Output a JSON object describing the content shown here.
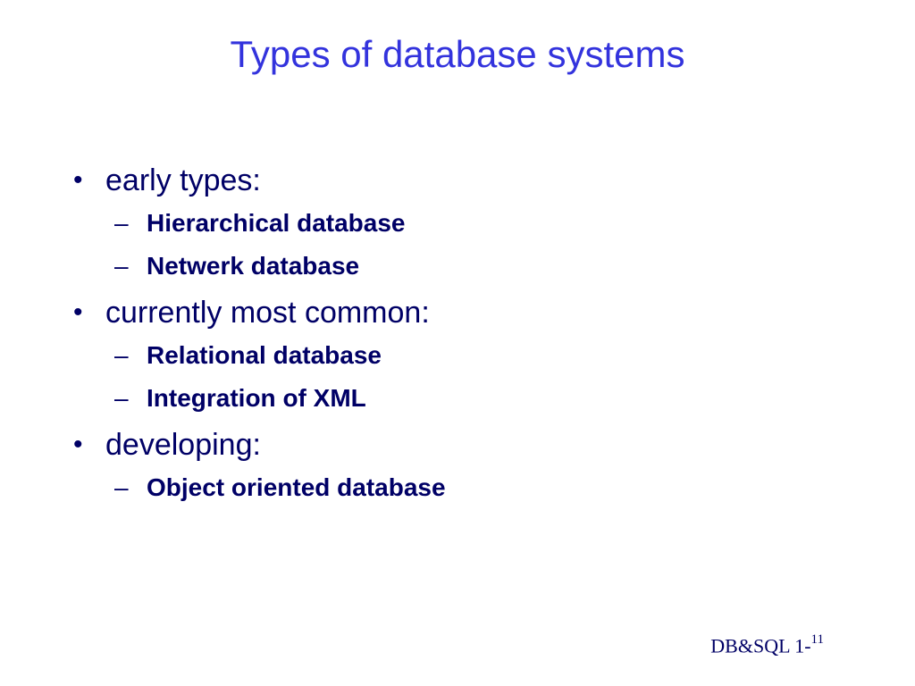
{
  "slide": {
    "title": "Types of database systems",
    "sections": [
      {
        "heading": "early types:",
        "items": [
          "Hierarchical database",
          "Netwerk database"
        ]
      },
      {
        "heading": "currently most common:",
        "items": [
          "Relational database",
          "Integration of XML"
        ]
      },
      {
        "heading": "developing:",
        "items": [
          "Object oriented database"
        ]
      }
    ],
    "bullet_marker": "•",
    "sub_marker": "–",
    "footer": {
      "label": "DB&SQL 1-",
      "page": "11"
    }
  }
}
